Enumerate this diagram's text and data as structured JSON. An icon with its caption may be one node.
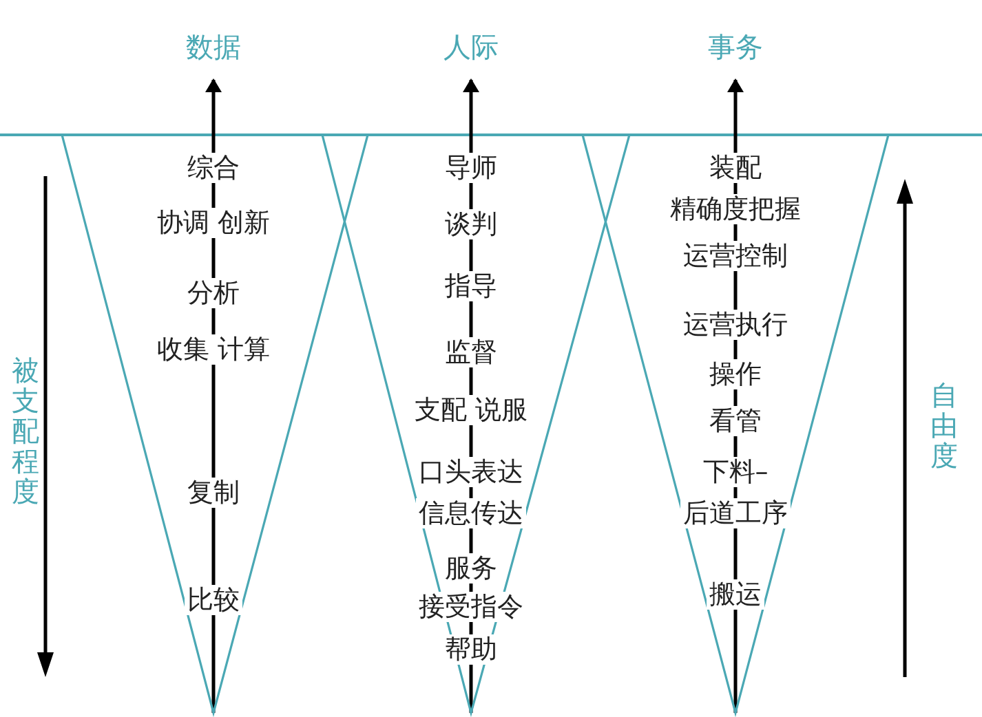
{
  "diagram": {
    "nodes": [
      {
        "text": [
          "数据"
        ]
      },
      {
        "text": [
          "人际"
        ]
      },
      {
        "text": [
          "事务"
        ]
      },
      {
        "text": [
          "综合",
          "协调 创新",
          "分析",
          "收集 计算",
          "复制",
          "比较"
        ]
      },
      {
        "text": [
          "导师",
          "谈判",
          "指导",
          "监督",
          "支配 说服",
          "口头表达",
          "信息传达",
          "服务",
          "接受指令",
          "帮助"
        ]
      },
      {
        "text": [
          "装配",
          "精确度把握",
          "运营控制",
          "运营执行",
          "操作",
          "看管",
          "下料–",
          "后道工序",
          "搬运"
        ]
      }
    ],
    "edges": [
      {
        "from": 3,
        "to": 0,
        "arrow": "to"
      },
      {
        "from": 4,
        "to": 1,
        "arrow": "to"
      },
      {
        "from": 5,
        "to": 2,
        "arrow": "to"
      }
    ],
    "labels": [
      "被支配程度",
      "自由度"
    ]
  }
}
